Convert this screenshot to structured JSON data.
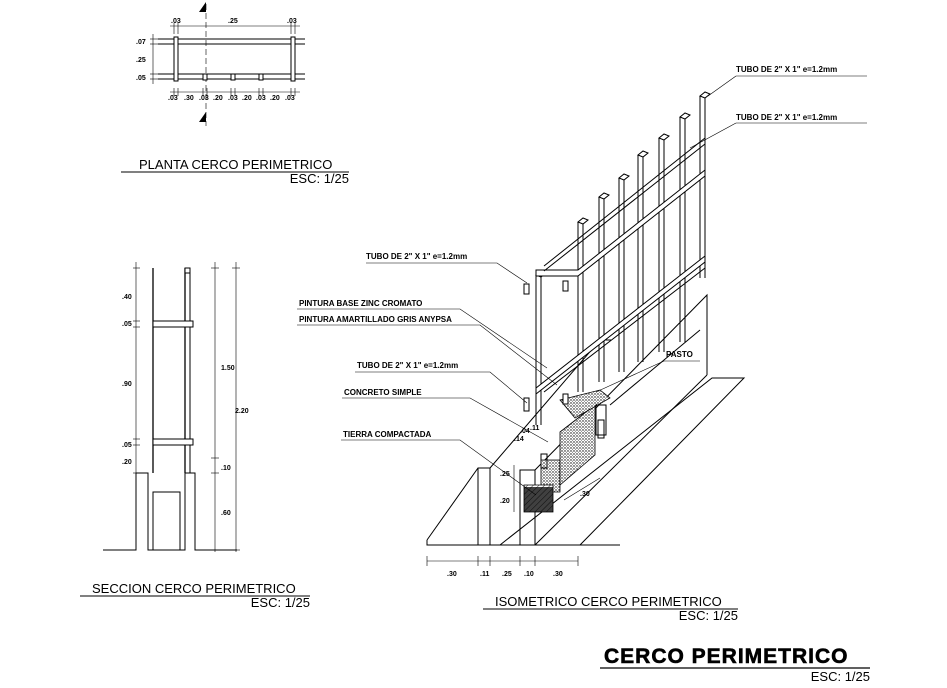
{
  "plan": {
    "title": "PLANTA CERCO PERIMETRICO",
    "scale": "ESC: 1/25",
    "dims_top": [
      ".03",
      ".25",
      ".03"
    ],
    "dims_left": [
      ".07",
      ".25",
      ".05"
    ],
    "dims_bottom": [
      ".03",
      ".30",
      ".03",
      ".20",
      ".03",
      ".20",
      ".03",
      ".20",
      ".03"
    ]
  },
  "section": {
    "title": "SECCION CERCO PERIMETRICO",
    "scale": "ESC: 1/25",
    "dims_left": [
      ".40",
      ".05",
      ".90",
      ".05",
      ".20"
    ],
    "dims_mid": [
      "1.50",
      ".10",
      ".60"
    ],
    "dim_total": "2.20"
  },
  "iso": {
    "title": "ISOMETRICO CERCO PERIMETRICO",
    "scale": "ESC: 1/25",
    "labels": {
      "tube_top1": "TUBO DE 2\" X 1\" e=1.2mm",
      "tube_top2": "TUBO DE 2\" X 1\" e=1.2mm",
      "tube_mid": "TUBO DE 2\" X 1\" e=1.2mm",
      "paint_base": "PINTURA BASE ZINC CROMATO",
      "paint_top": "PINTURA AMARTILLADO GRIS ANYPSA",
      "tube_low": "TUBO DE 2\" X 1\" e=1.2mm",
      "concrete": "CONCRETO SIMPLE",
      "soil": "TIERRA COMPACTADA",
      "grass": "PASTO"
    },
    "dims_bottom": [
      ".30",
      ".11",
      ".25",
      ".10",
      ".30"
    ],
    "dims_misc": [
      ".04",
      ".14",
      ".11",
      ".25",
      ".20",
      ".30"
    ]
  },
  "main": {
    "title": "CERCO PERIMETRICO",
    "scale": "ESC: 1/25"
  }
}
